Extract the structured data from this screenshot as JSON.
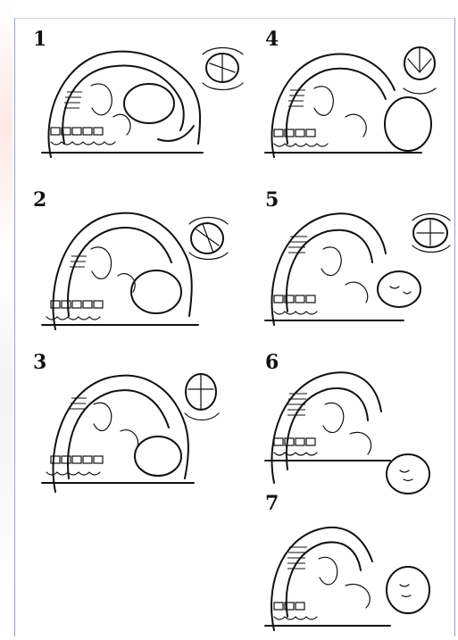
{
  "steps": [
    {
      "number": "1"
    },
    {
      "number": "2"
    },
    {
      "number": "3"
    },
    {
      "number": "4"
    },
    {
      "number": "5"
    },
    {
      "number": "6"
    },
    {
      "number": "7"
    }
  ],
  "colors": {
    "line": "#111111",
    "background": "#ffffff",
    "border": "#9aa3c8"
  }
}
